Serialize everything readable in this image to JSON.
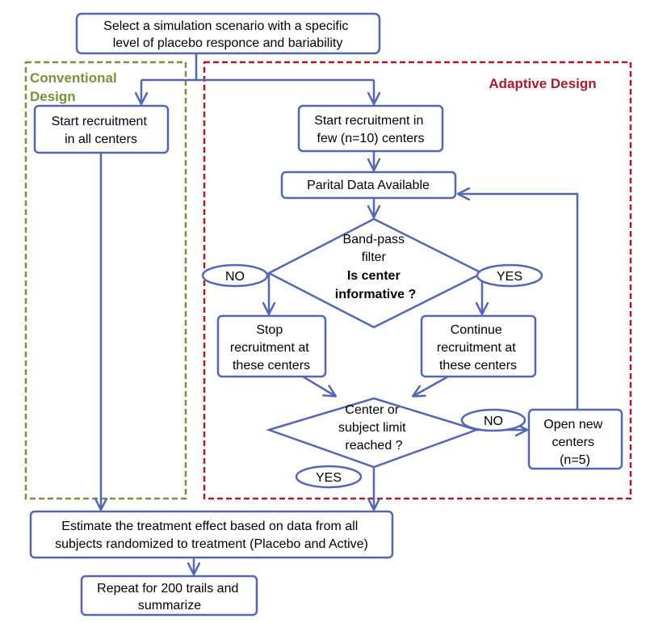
{
  "colors": {
    "stroke": "#5566b0",
    "conventional": "#76923c",
    "adaptive": "#a61c2f",
    "text": "#000000"
  },
  "regions": {
    "conventional": {
      "label_line1": "Conventional",
      "label_line2": "Design"
    },
    "adaptive": {
      "label": "Adaptive Design"
    }
  },
  "nodes": {
    "select_scenario": {
      "line1": "Select a simulation scenario with a specific",
      "line2": "level of placebo responce and bariability"
    },
    "start_all": {
      "line1": "Start recruitment",
      "line2": "in all centers"
    },
    "start_few": {
      "line1": "Start recruitment in",
      "line2": "few (n=10) centers"
    },
    "partial_data": {
      "line1": "Parital Data Available"
    },
    "bandpass": {
      "line1": "Band-pass",
      "line2": "filter",
      "line3": "Is center",
      "line4": "informative ?"
    },
    "stop_recruit": {
      "line1": "Stop",
      "line2": "recruitment at",
      "line3": "these centers"
    },
    "continue_recruit": {
      "line1": "Continue",
      "line2": "recruitment at",
      "line3": "these centers"
    },
    "limit_check": {
      "line1": "Center or",
      "line2": "subject limit",
      "line3": "reached ?"
    },
    "open_new": {
      "line1": "Open new",
      "line2": "centers",
      "line3": "(n=5)"
    },
    "estimate": {
      "line1": "Estimate the treatment effect based on data from all",
      "line2": "subjects randomized to treatment  (Placebo and Active)"
    },
    "repeat": {
      "line1": "Repeat for 200 trails and",
      "line2": "summarize"
    }
  },
  "labels": {
    "no_filter": "NO",
    "yes_filter": "YES",
    "no_limit": "NO",
    "yes_limit": "YES"
  }
}
